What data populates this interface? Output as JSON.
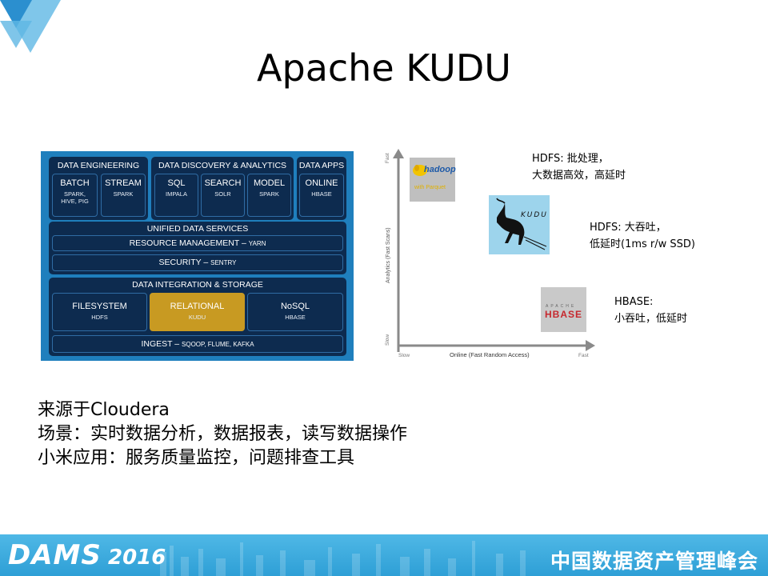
{
  "slide": {
    "title": "Apache KUDU"
  },
  "architecture": {
    "groups": [
      {
        "header": "DATA ENGINEERING"
      },
      {
        "header": "DATA DISCOVERY & ANALYTICS"
      },
      {
        "header": "DATA APPS"
      }
    ],
    "cells": [
      {
        "name": "BATCH",
        "sub": "SPARK,\nHIVE, PIG"
      },
      {
        "name": "STREAM",
        "sub": "SPARK"
      },
      {
        "name": "SQL",
        "sub": "IMPALA"
      },
      {
        "name": "SEARCH",
        "sub": "SOLR"
      },
      {
        "name": "MODEL",
        "sub": "SPARK"
      },
      {
        "name": "ONLINE",
        "sub": "HBASE"
      }
    ],
    "unified_header": "UNIFIED DATA SERVICES",
    "resource_management": {
      "label": "RESOURCE MANAGEMENT – ",
      "tech": "YARN"
    },
    "security": {
      "label": "SECURITY – ",
      "tech": "SENTRY"
    },
    "storage_header": "DATA INTEGRATION & STORAGE",
    "storage_cells": [
      {
        "name": "FILESYSTEM",
        "sub": "HDFS"
      },
      {
        "name": "RELATIONAL",
        "sub": "KUDU"
      },
      {
        "name": "NoSQL",
        "sub": "HBASE"
      }
    ],
    "ingest": {
      "label": "INGEST – ",
      "tech": "SQOOP, FLUME, KAFKA"
    },
    "colors": {
      "background": "#1f7fbd",
      "block": "#0d2b4f",
      "highlight": "#c89a22"
    }
  },
  "positioning_chart": {
    "y_axis_label": "Analytics (Fast Scans)",
    "y_ticks": {
      "top": "Fast",
      "bottom": "Slow"
    },
    "x_axis_label": "Online (Fast Random Access)",
    "x_ticks": {
      "left": "Slow",
      "right": "Fast"
    },
    "logos": {
      "hadoop": {
        "word": "hadoop",
        "caption": "with Parquet"
      },
      "kudu": {
        "word": "KUDU"
      },
      "hbase": {
        "top": "APACHE",
        "word": "HBASE"
      }
    },
    "notes": [
      {
        "line1": "HDFS: 批处理，",
        "line2": "大数据高效，高延时"
      },
      {
        "line1": "HDFS: 大吞吐，",
        "line2": "低延时(1ms r/w SSD)"
      },
      {
        "line1": "HBASE:",
        "line2": "小吞吐，低延时"
      }
    ]
  },
  "body": {
    "lines": [
      "来源于Cloudera",
      "场景：实时数据分析，数据报表，读写数据操作",
      "小米应用：服务质量监控，问题排查工具"
    ]
  },
  "footer": {
    "brand": "DAMS",
    "year": "2016",
    "conference": "中国数据资产管理峰会"
  }
}
